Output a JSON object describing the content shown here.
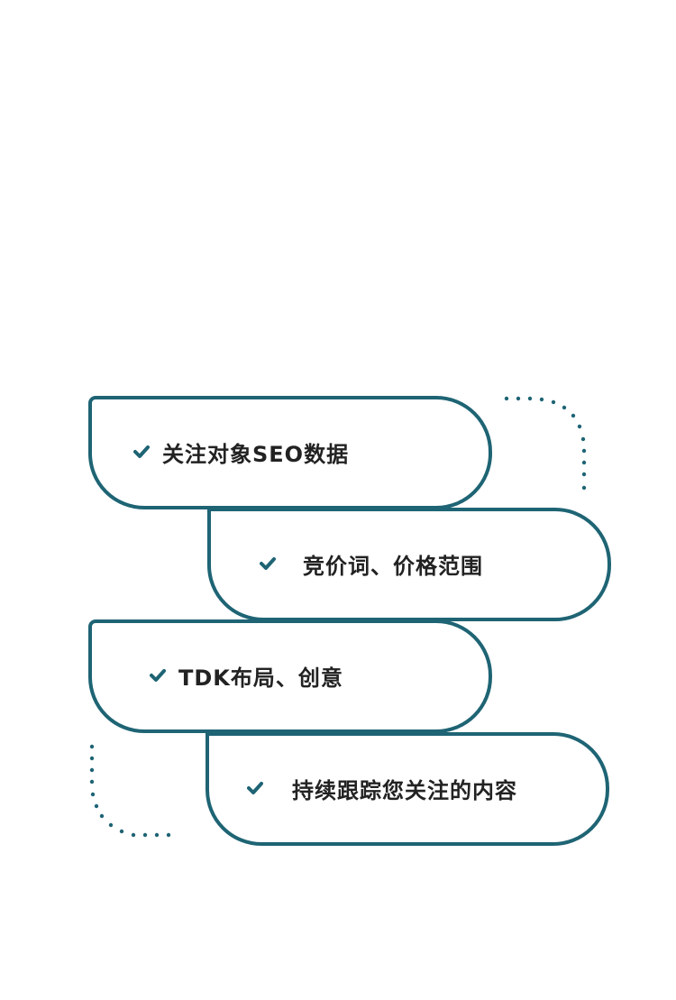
{
  "accent_color": "#1e6474",
  "items": [
    {
      "label": "关注对象SEO数据",
      "icon": "check-icon"
    },
    {
      "label": "竞价词、价格范围",
      "icon": "check-icon"
    },
    {
      "label": "TDK布局、创意",
      "icon": "check-icon"
    },
    {
      "label": "持续跟踪您关注的内容",
      "icon": "check-icon"
    }
  ]
}
